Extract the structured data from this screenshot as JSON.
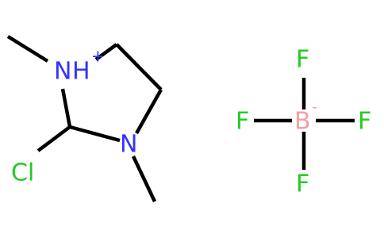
{
  "molecule_cation": {
    "atoms": {
      "nh_label_n": "N",
      "nh_label_h": "H",
      "nh_charge": "+",
      "n_lower": "N",
      "cl": "Cl"
    },
    "colors": {
      "nitrogen": "#3333ff",
      "chlorine": "#22cc22",
      "bond": "#000000"
    }
  },
  "anion": {
    "atoms": {
      "boron": "B",
      "boron_charge": "-",
      "fluorine_top": "F",
      "fluorine_left": "F",
      "fluorine_right": "F",
      "fluorine_bottom": "F"
    },
    "colors": {
      "boron": "#f4a0a0",
      "fluorine": "#22cc22",
      "bond": "#000000"
    }
  }
}
